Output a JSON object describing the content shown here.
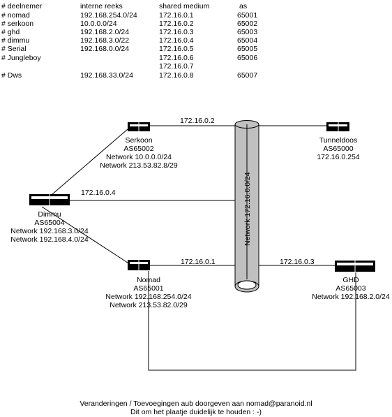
{
  "table": {
    "headers": [
      "# deelnemer",
      "interne reeks",
      "shared medium",
      "as"
    ],
    "rows": [
      [
        "# nomad",
        "192.168.254.0/24",
        "172.16.0.1",
        "65001"
      ],
      [
        "# serkoon",
        "10.0.0.0/24",
        "172.16.0.2",
        "65002"
      ],
      [
        "# ghd",
        "192.168.2.0/24",
        "172.16.0.3",
        "65003"
      ],
      [
        "# dimmu",
        "192.168.3.0/22",
        "172.16.0.4",
        "65004"
      ],
      [
        "# Serial",
        "192.168.0.0/24",
        "172.16.0.5",
        "65005"
      ],
      [
        "# Jungleboy",
        "",
        "172.16.0.6",
        "65006"
      ],
      [
        "",
        "",
        "172.16.0.7",
        ""
      ],
      [
        "# Dws",
        "192.168.33.0/24",
        "172.16.0.8",
        "65007"
      ]
    ]
  },
  "medium": {
    "label": "Network 172.16.0.0/24"
  },
  "links": {
    "serkoon": "172.16.0.2",
    "dimmu": "172.16.0.4",
    "nomad": "172.16.0.1",
    "ghd": "172.16.0.3"
  },
  "nodes": {
    "serkoon": {
      "name": "Serkoon",
      "as": "AS65002",
      "lines": [
        "Network 10.0.0.0/24",
        "Network 213.53.82.8/29"
      ]
    },
    "tunneldoos": {
      "name": "Tunneldoos",
      "as": "AS65000",
      "lines": [
        "172.16.0.254"
      ]
    },
    "dimmu": {
      "name": "Dimmu",
      "as": "AS65004",
      "lines": [
        "Network 192.168.3.0/24",
        "Network 192.168.4.0/24"
      ]
    },
    "nomad": {
      "name": "Nomad",
      "as": "AS65001",
      "lines": [
        "Network 192.168.254.0/24",
        "Network 213.53.82.0/29"
      ]
    },
    "ghd": {
      "name": "GHD",
      "as": "AS65003",
      "lines": [
        "Network 192.168.2.0/24"
      ]
    }
  },
  "footer": {
    "line1": "Veranderingen / Toevoegingen aub doorgeven aan nomad@paranoid.nl",
    "line2": "Dit om het plaatje duidelijk te houden : -)"
  },
  "colors": {
    "cylinder": "#c0c0c0",
    "router": "#000000"
  },
  "icons": {
    "router": "router-icon",
    "medium": "cylinder-icon"
  }
}
